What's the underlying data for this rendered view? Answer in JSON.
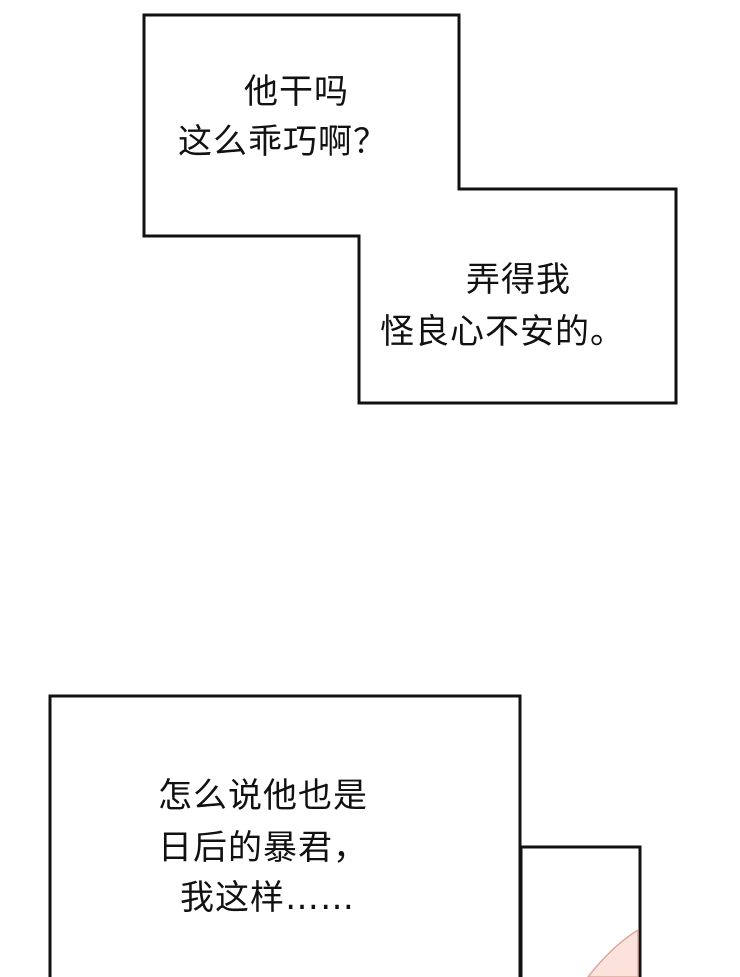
{
  "captions": {
    "top_box": {
      "line_1": "他干吗",
      "line_2": "这么乖巧啊？",
      "line_3": "弄得我",
      "line_4": "怪良心不安的。"
    },
    "bottom_box": {
      "line_1": "怎么说他也是",
      "line_2": "日后的暴君，",
      "line_3": "我这样……"
    }
  },
  "colors": {
    "background": "#ffffff",
    "border": "#111111",
    "skin_tint": "#fbe3dc"
  }
}
